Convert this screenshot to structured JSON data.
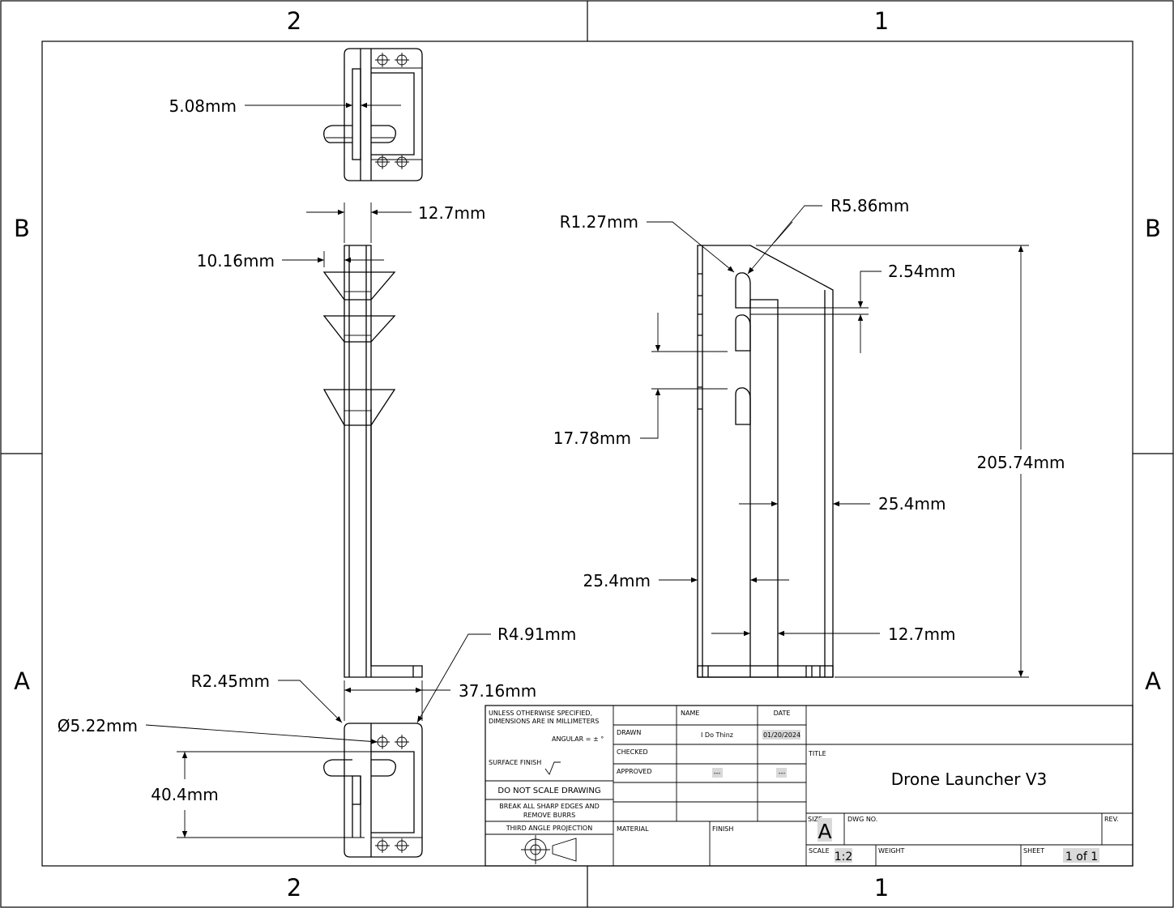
{
  "zones": {
    "top_left": "2",
    "top_right": "1",
    "bottom_left": "2",
    "bottom_right": "1",
    "left_upper": "B",
    "left_lower": "A",
    "right_upper": "B",
    "right_lower": "A"
  },
  "dimensions": {
    "d508": "5.08mm",
    "d127_top": "12.7mm",
    "d1016": "10.16mm",
    "r491": "R4.91mm",
    "r245": "R2.45mm",
    "d3716": "37.16mm",
    "dia522": "Ø5.22mm",
    "d404": "40.4mm",
    "r127": "R1.27mm",
    "r586": "R5.86mm",
    "d254": "2.54mm",
    "d1778": "17.78mm",
    "d20574": "205.74mm",
    "d254_right": "25.4mm",
    "d254_left": "25.4mm",
    "d127_bottom": "12.7mm"
  },
  "title_block": {
    "note_line1": "UNLESS OTHERWISE SPECIFIED,",
    "note_line2": "DIMENSIONS ARE IN MILLIMETERS",
    "angular": "ANGULAR = ± °",
    "surface_finish": "SURFACE FINISH",
    "do_not_scale": "DO NOT SCALE DRAWING",
    "break_edges_1": "BREAK ALL SHARP EDGES AND",
    "break_edges_2": "REMOVE BURRS",
    "projection": "THIRD ANGLE PROJECTION",
    "col_name": "NAME",
    "col_date": "DATE",
    "row_drawn": "DRAWN",
    "row_checked": "CHECKED",
    "row_approved": "APPROVED",
    "drawn_name": "I Do Thinz",
    "drawn_date": "01/20/2024",
    "approved_name": "---",
    "approved_date": "---",
    "material": "MATERIAL",
    "finish": "FINISH",
    "title_label": "TITLE",
    "title": "Drone Launcher V3",
    "size_label": "SIZE",
    "size": "A",
    "dwg_no_label": "DWG NO.",
    "rev_label": "REV.",
    "scale_label": "SCALE",
    "scale": "1:2",
    "weight_label": "WEIGHT",
    "sheet_label": "SHEET",
    "sheet": "1 of 1"
  }
}
